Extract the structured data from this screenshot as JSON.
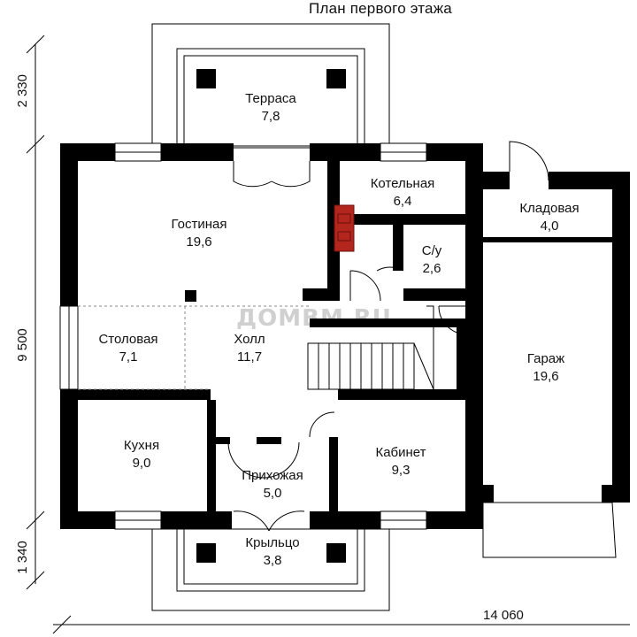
{
  "title": "План первого этажа",
  "watermark": "ДОМВМ.RU",
  "dimensions": {
    "top_depth": "2 330",
    "main_depth": "9 500",
    "bottom_depth": "1 340",
    "total_width": "14 060"
  },
  "rooms": [
    {
      "id": "terrace",
      "name": "Терраса",
      "area": "7,8"
    },
    {
      "id": "living",
      "name": "Гостиная",
      "area": "19,6"
    },
    {
      "id": "boiler",
      "name": "Котельная",
      "area": "6,4"
    },
    {
      "id": "storage",
      "name": "Кладовая",
      "area": "4,0"
    },
    {
      "id": "wc",
      "name": "С/у",
      "area": "2,6"
    },
    {
      "id": "dining",
      "name": "Столовая",
      "area": "7,1"
    },
    {
      "id": "hall",
      "name": "Холл",
      "area": "11,7"
    },
    {
      "id": "garage",
      "name": "Гараж",
      "area": "19,6"
    },
    {
      "id": "kitchen",
      "name": "Кухня",
      "area": "9,0"
    },
    {
      "id": "entry",
      "name": "Прихожая",
      "area": "5,0"
    },
    {
      "id": "office",
      "name": "Кабинет",
      "area": "9,3"
    },
    {
      "id": "porch",
      "name": "Крыльцо",
      "area": "3,8"
    }
  ],
  "colors": {
    "wall": "#000000",
    "stove": "#b3261e",
    "watermark": "#d0d0d0"
  }
}
